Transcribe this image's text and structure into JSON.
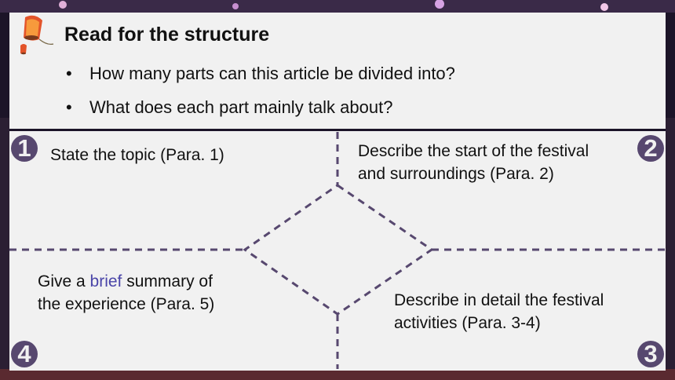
{
  "heading": {
    "title": "Read for the structure",
    "lantern_icon": "sky-lantern-icon"
  },
  "questions": [
    "How many parts can this article be divided into?",
    "What does each part mainly talk about?"
  ],
  "bullet_symbol": "•",
  "parts": {
    "p1": {
      "number": "1",
      "text": "State the topic (Para. 1)"
    },
    "p2": {
      "number": "2",
      "line1": "Describe the start of the festival",
      "line2": "and surroundings (Para. 2)"
    },
    "p3": {
      "number": "3",
      "line1": "Describe in detail the festival",
      "line2": "activities (Para. 3-4)"
    },
    "p4": {
      "number": "4",
      "line1_prefix": "Give a ",
      "line1_highlight": "brief",
      "line1_suffix": " summary of",
      "line2": "the experience (Para. 5)"
    }
  },
  "colors": {
    "panel": "#f1f1f1",
    "divider": "#57486f",
    "highlight": "#4a45a8",
    "background": "#1c1428"
  }
}
